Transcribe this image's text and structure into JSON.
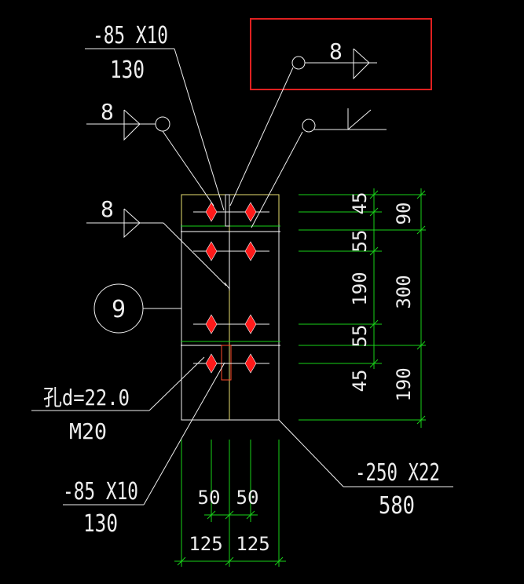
{
  "callouts": {
    "plate_top_thickness": "-85 X10",
    "plate_top_length": "130",
    "weld_size_a": "8",
    "weld_size_b": "8",
    "weld_size_highlighted": "8",
    "detail_number": "9",
    "hole_spec": "孔d=22.0",
    "bolt_spec": "M20",
    "plate_bottom_thickness": "-85 X10",
    "plate_bottom_length": "130",
    "end_plate_thickness": "-250 X22",
    "end_plate_length": "580"
  },
  "vertical_dims": {
    "inner": [
      "45",
      "55",
      "190",
      "55",
      "45"
    ],
    "outer": [
      "90",
      "300",
      "190"
    ]
  },
  "horizontal_dims": {
    "inner": [
      "50",
      "50"
    ],
    "outer": [
      "125",
      "125"
    ]
  },
  "colors": {
    "background": "#000000",
    "linework": "#f0f0f0",
    "dimension": "#19d219",
    "plate_outline": "#e8e070",
    "bolt": "#ff1a1a",
    "highlight_box": "#e02020"
  }
}
